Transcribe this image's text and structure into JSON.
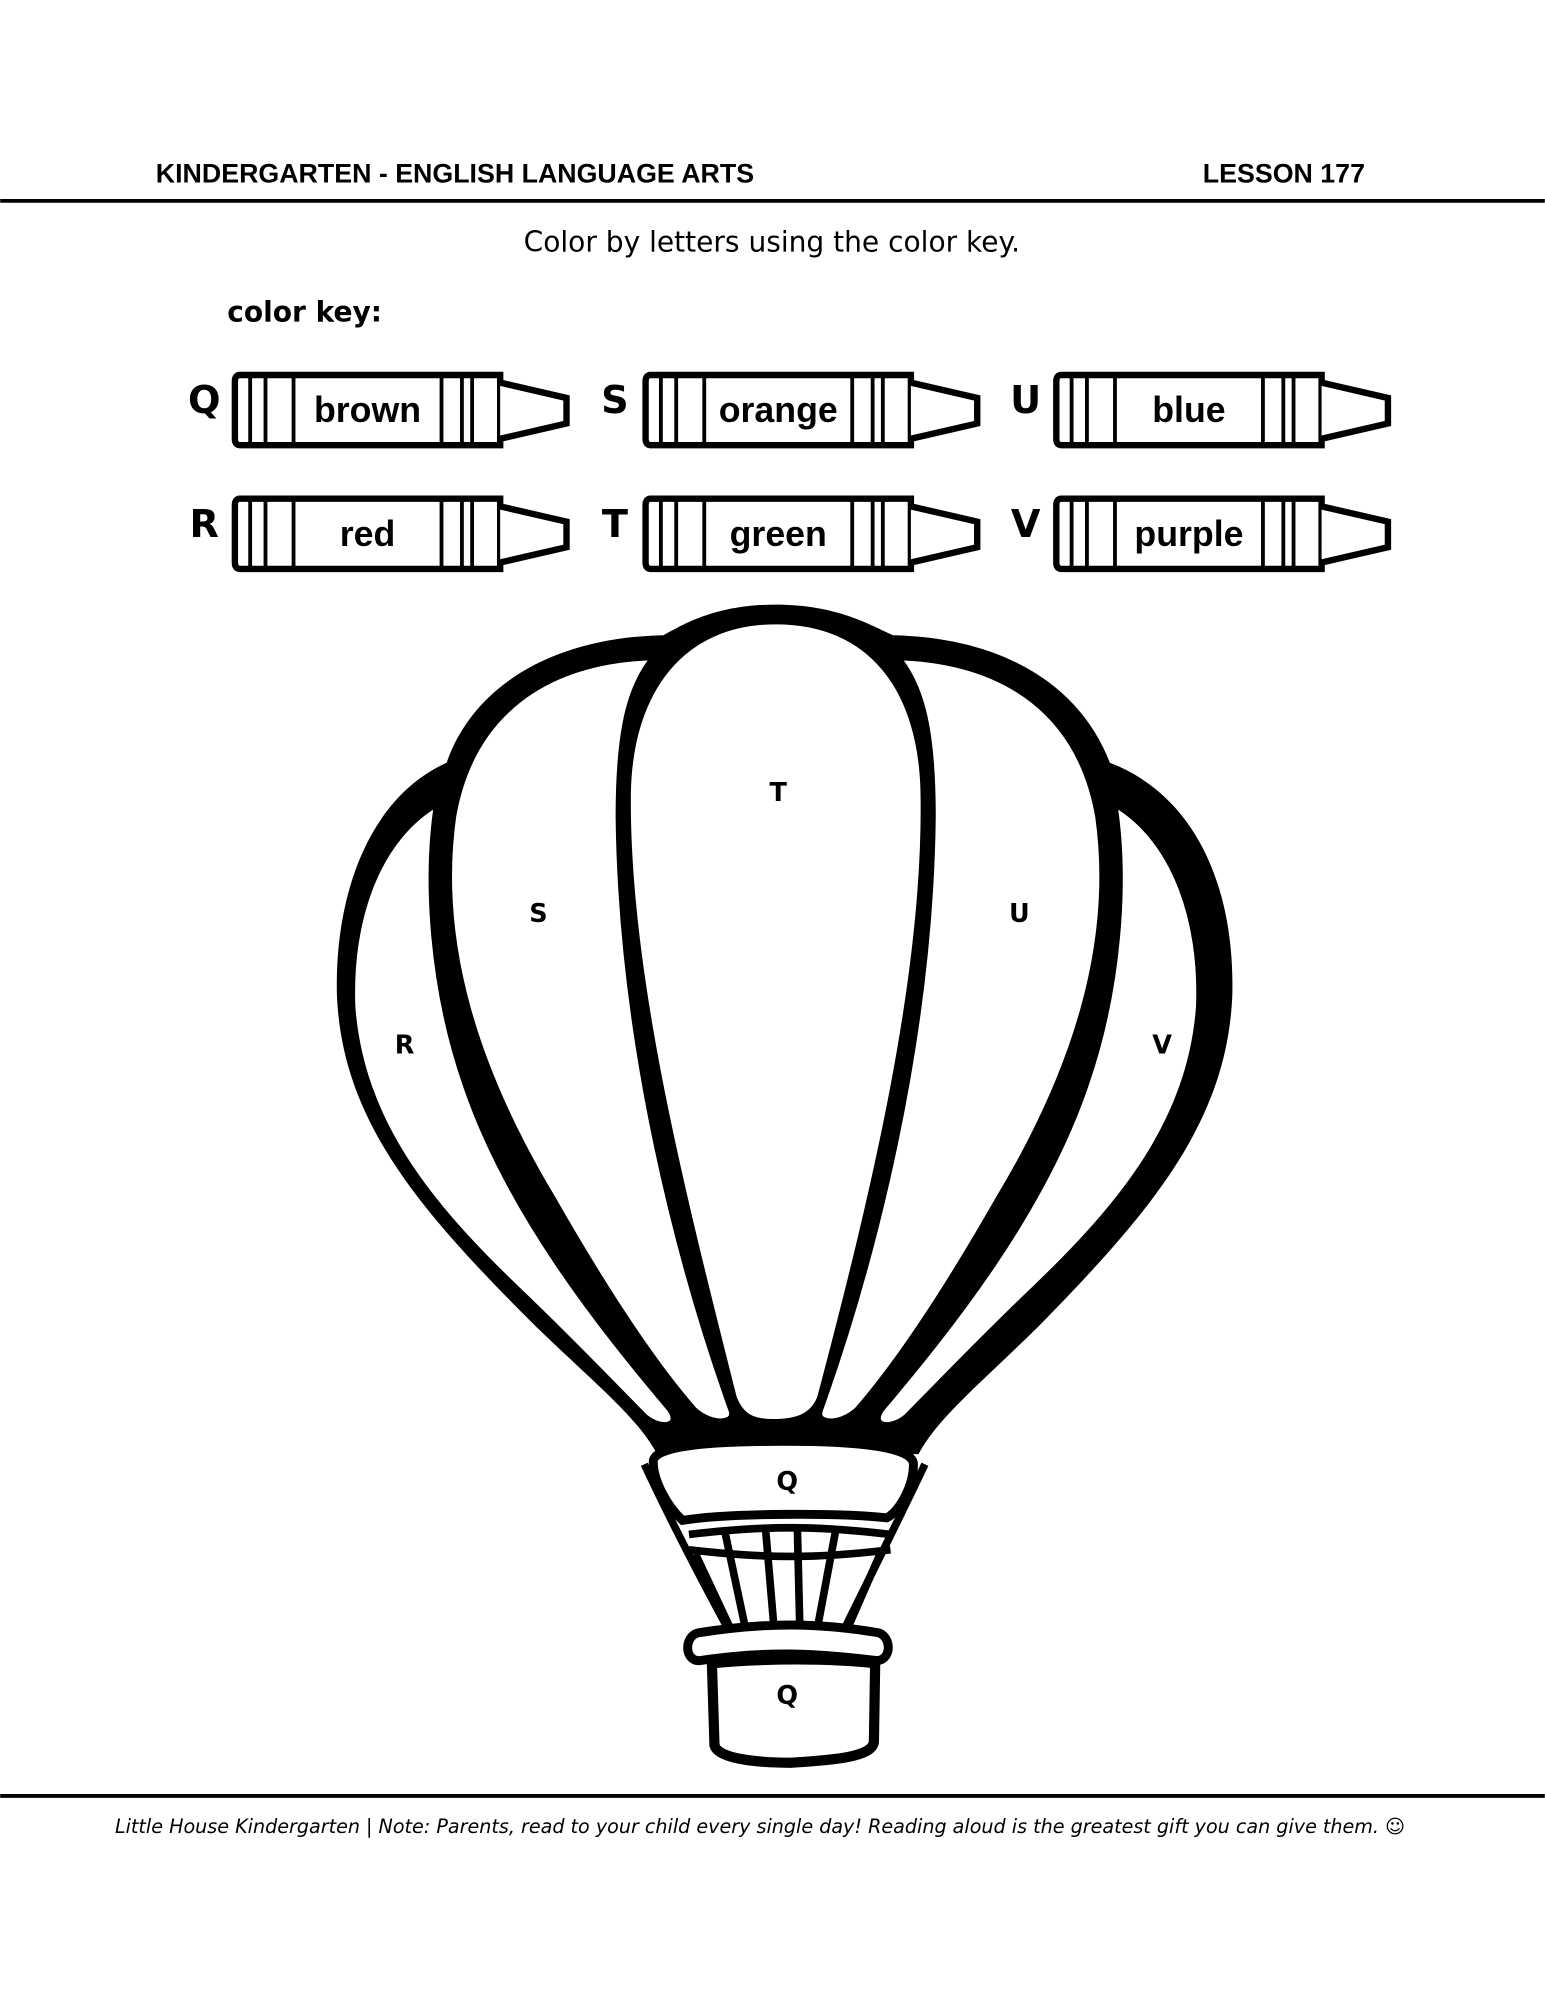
{
  "header": {
    "subject": "KINDERGARTEN - ENGLISH LANGUAGE ARTS",
    "lesson": "LESSON 177"
  },
  "instruction": "Color by letters using the color key.",
  "color_key": {
    "label": "color key:",
    "items": [
      {
        "letter": "Q",
        "color": "brown"
      },
      {
        "letter": "S",
        "color": "orange"
      },
      {
        "letter": "U",
        "color": "blue"
      },
      {
        "letter": "R",
        "color": "red"
      },
      {
        "letter": "T",
        "color": "green"
      },
      {
        "letter": "V",
        "color": "purple"
      }
    ]
  },
  "balloon": {
    "regions": {
      "R": "R",
      "S": "S",
      "T": "T",
      "U": "U",
      "V": "V",
      "band": "Q",
      "basket": "Q"
    }
  },
  "footer": "Little House Kindergarten | Note: Parents, read to your child every single day! Reading aloud is the greatest gift you can give them. ☺"
}
